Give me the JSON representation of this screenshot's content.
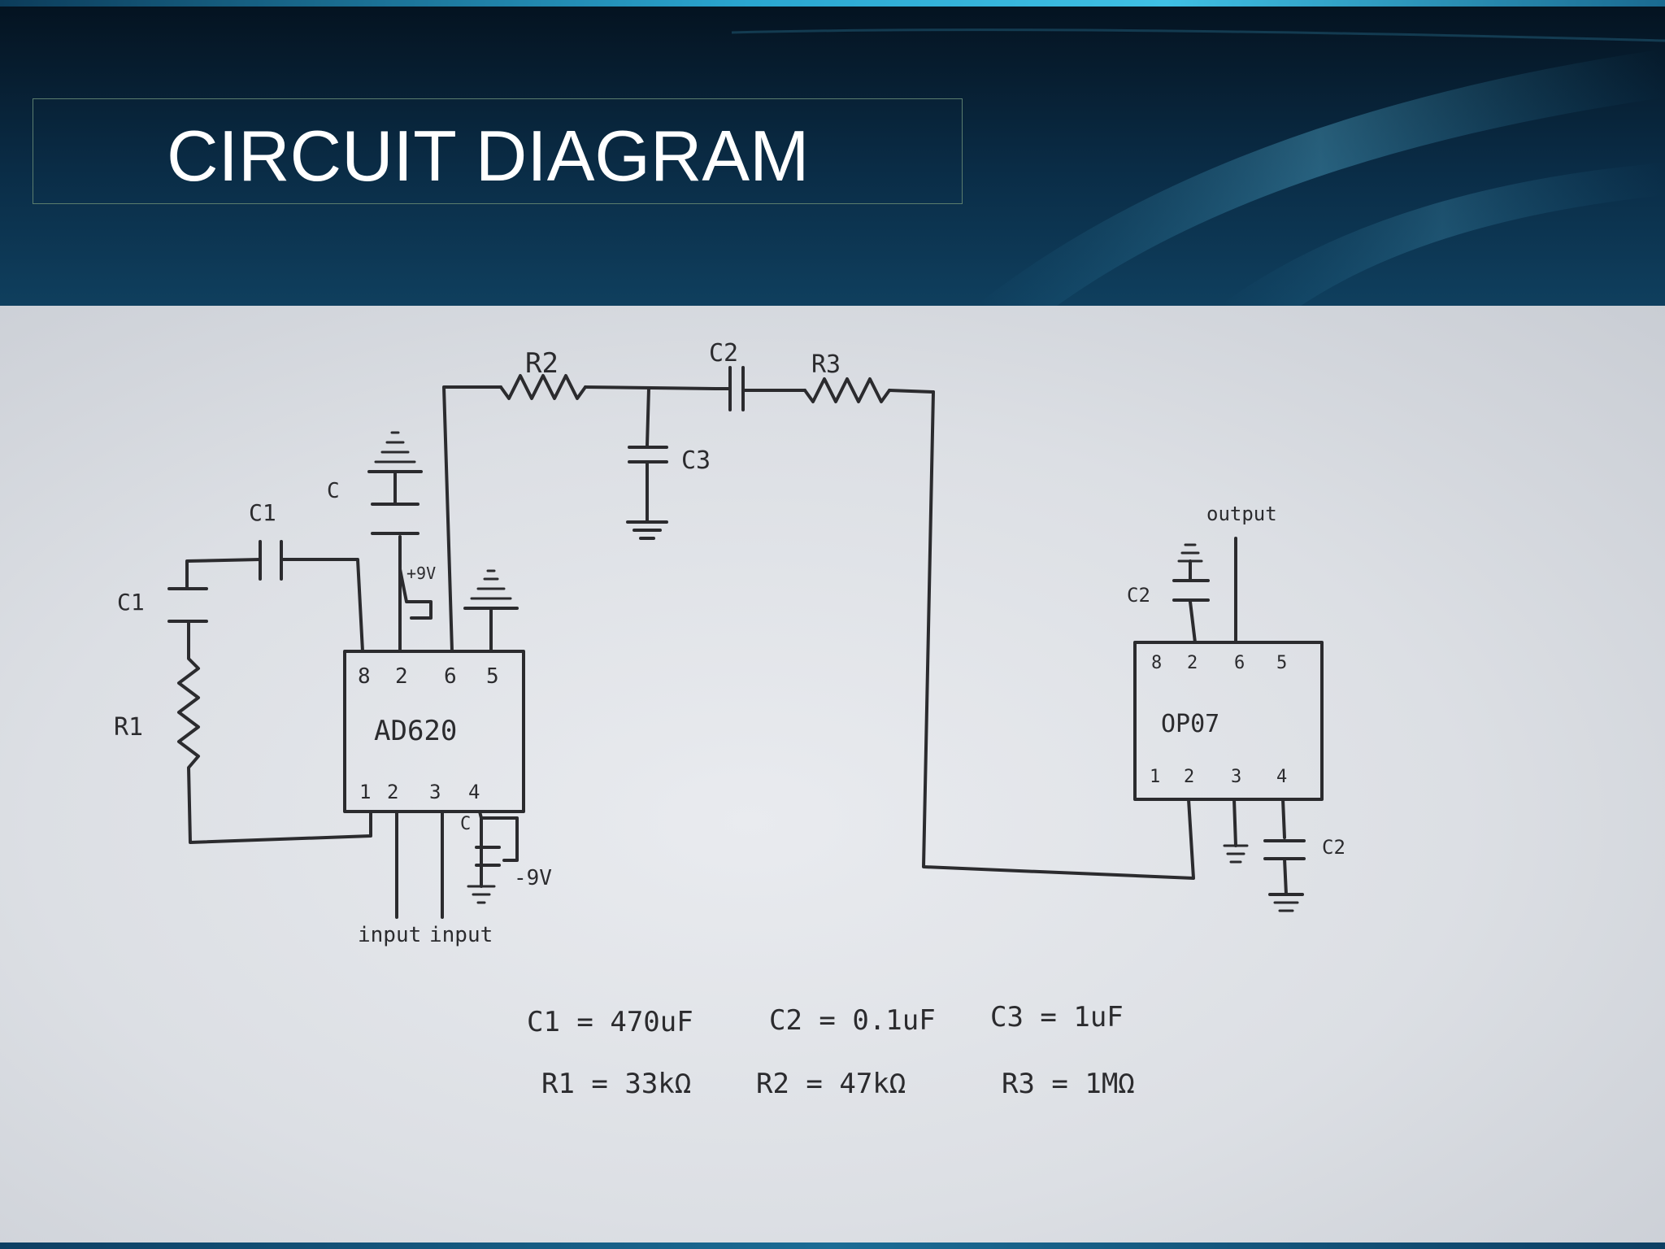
{
  "slide": {
    "title": "CIRCUIT DIAGRAM"
  },
  "diagram": {
    "chip_left": {
      "name": "AD620",
      "top_pins": [
        "8",
        "2",
        "6",
        "5"
      ],
      "bottom_pins": [
        "1",
        "2",
        "3",
        "4"
      ]
    },
    "chip_right": {
      "name": "OP07",
      "top_pins": [
        "8",
        "2",
        "6",
        "5"
      ],
      "bottom_pins": [
        "1",
        "2",
        "3",
        "4"
      ]
    },
    "labels": {
      "r_top_left": "R2",
      "c_top": "C2",
      "r_top_right": "R3",
      "c3_top": "C3",
      "c1_series": "C1",
      "c1_left": "C1",
      "r1_left": "R1",
      "c_pin7": "C",
      "v_pin7": "+9V",
      "c_pin4": "C",
      "v_pin4": "-9V",
      "input_1": "input",
      "input_2": "input",
      "output": "output",
      "c2_right_top": "C2",
      "c2_right_bottom": "C2"
    },
    "values": {
      "line1": [
        "C1 = 470uF",
        "C2 = 0.1uF",
        "C3 = 1uF"
      ],
      "line2": [
        "R1 = 33kΩ",
        "R2 = 47kΩ",
        "R3 = 1MΩ"
      ]
    }
  },
  "colors": {
    "header_bg": "#0a2c46",
    "accent_line": "#3fc0e4",
    "ink": "#2b2b2e",
    "paper": "#e4e6ea"
  }
}
